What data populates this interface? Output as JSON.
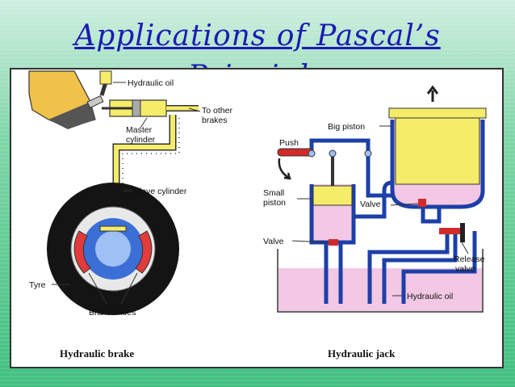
{
  "slide": {
    "title_line1": "Applications of Pascal’s",
    "title_line2": "Principle"
  },
  "brake": {
    "caption": "Hydraulic brake",
    "labels": {
      "hydraulic_oil": "Hydraulic oil",
      "to_other_1": "To other",
      "to_other_2": "brakes",
      "master_1": "Master",
      "master_2": "cylinder",
      "slave": "Slave cylinder",
      "tyre": "Tyre",
      "brake_shoes": "Brake shoes"
    }
  },
  "jack": {
    "caption": "Hydraulic jack",
    "labels": {
      "big_piston": "Big piston",
      "push": "Push",
      "small_1": "Small",
      "small_2": "piston",
      "valve_mid": "Valve",
      "valve_left": "Valve",
      "release_1": "Release",
      "release_2": "valve",
      "hydraulic_oil": "Hydraulic oil"
    }
  },
  "colors": {
    "pipe": "#1c3fa8",
    "oil_yellow": "#f5ec6a",
    "oil_pink": "#f2c8e4",
    "handle_red": "#d22a2a",
    "title": "#1b1bb3"
  }
}
